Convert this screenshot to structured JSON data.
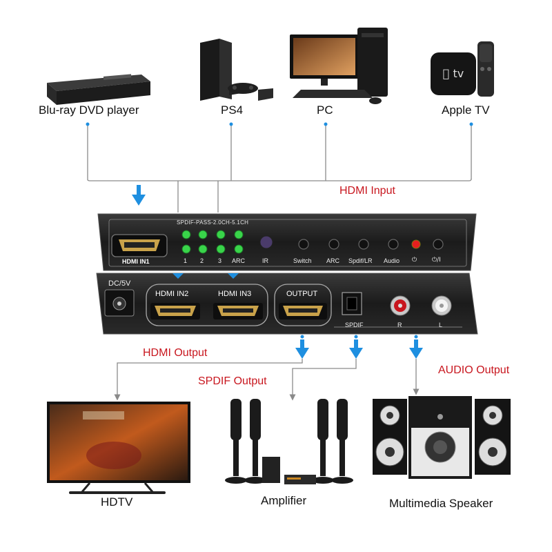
{
  "sources": {
    "bluray": "Blu-ray DVD player",
    "ps4": "PS4",
    "pc": "PC",
    "appletv": "Apple TV"
  },
  "section_labels": {
    "hdmi_input": "HDMI Input",
    "hdmi_output": "HDMI Output",
    "spdif_output": "SPDIF Output",
    "audio_output": "AUDIO Output"
  },
  "front_panel": {
    "mode_text": "SPDIF-PASS-2.0CH-5.1CH",
    "port_label": "HDMI IN1",
    "led_labels": [
      "1",
      "2",
      "3",
      "ARC",
      "IR"
    ],
    "button_labels": [
      "Switch",
      "ARC",
      "Spdif/LR",
      "Audio",
      "⏻",
      "⏻/I"
    ],
    "led_color": "#39d44a"
  },
  "rear_panel": {
    "power_label": "DC/5V",
    "in2_label": "HDMI IN2",
    "in3_label": "HDMI IN3",
    "output_label": "OUTPUT",
    "spdif_label": "SPDIF",
    "r_label": "R",
    "l_label": "L"
  },
  "outputs": {
    "hdtv": "HDTV",
    "amplifier": "Amplifier",
    "speaker": "Multimedia Speaker"
  },
  "colors": {
    "arrow": "#1e8fe0",
    "line": "#8a8a8a",
    "label_red": "#c8161e",
    "panel": "#1e1e1e"
  },
  "icons": {
    "appletv_logo": " tv"
  }
}
